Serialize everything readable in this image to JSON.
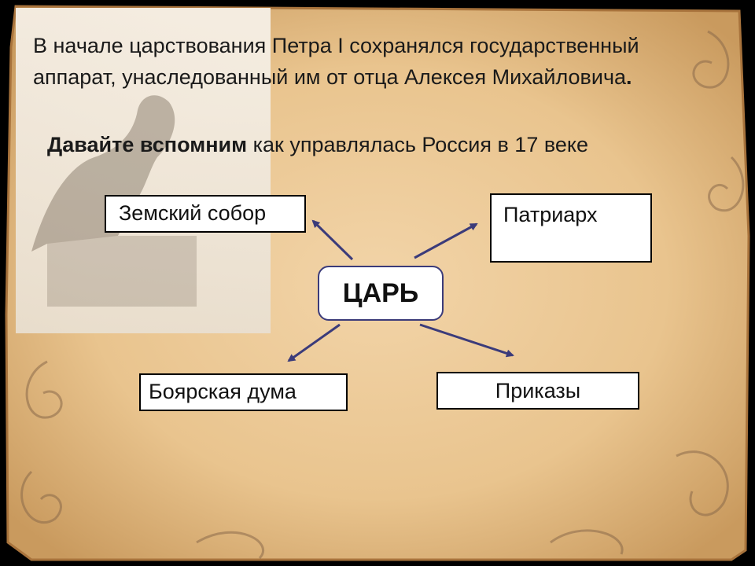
{
  "intro": {
    "text": "В начале царствования Петра I сохранялся государственный аппарат, унаследованный им от отца Алексея Михайловича",
    "end_mark": "."
  },
  "recall": {
    "bold": "Давайте вспомним",
    "rest": " как управлялась Россия в 17 веке"
  },
  "diagram": {
    "center": "ЦАРЬ",
    "top_left": "Земский собор",
    "top_right": "Патриарх",
    "bottom_left": "Боярская дума",
    "bottom_right": "Приказы"
  },
  "colors": {
    "arrow": "#3b3b7a",
    "parchment": "#e8c695",
    "frame": "#000000"
  }
}
